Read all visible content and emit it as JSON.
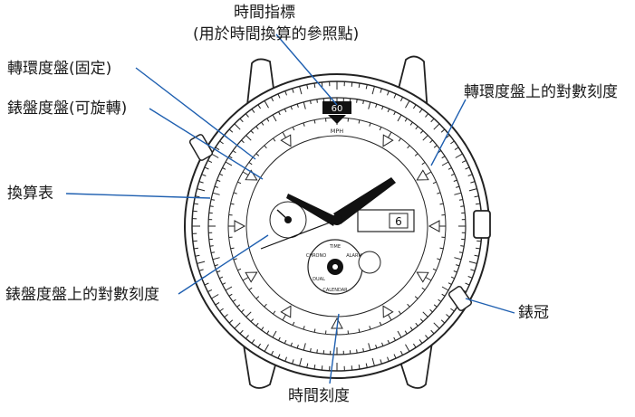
{
  "labels": {
    "time_index": "時間指標",
    "time_index_note": "(用於時間換算的參照點)",
    "rotating_bezel_fixed": "轉環度盤(固定)",
    "dial_scale_rotatable": "錶盤度盤(可旋轉)",
    "conversion_table": "換算表",
    "dial_scale_marks": "錶盤度盤上的對數刻度",
    "rotating_bezel_marks": "轉環度盤上的對數刻度",
    "crown": "錶冠",
    "time_scale": "時間刻度"
  },
  "watch": {
    "index_value": "60",
    "mph_label": "MPH",
    "date_window": "6",
    "subdial_text": [
      "TIME",
      "CALENDAR",
      "ALARM",
      "CHRONO",
      "DUAL"
    ]
  },
  "colors": {
    "line": "#1e5fb0",
    "ink": "#1a1a1a"
  }
}
